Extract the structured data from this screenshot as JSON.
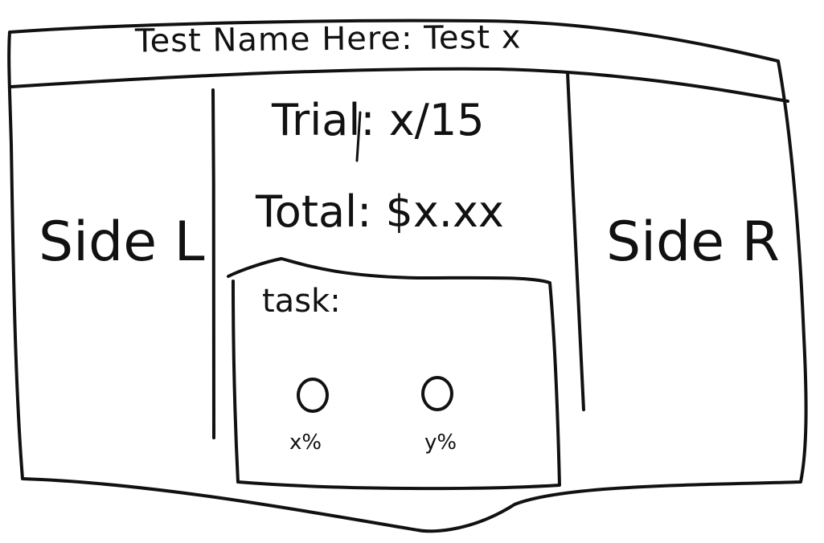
{
  "header": {
    "title": "Test Name Here: Test x"
  },
  "left_panel": {
    "label": "Side L"
  },
  "right_panel": {
    "label": "Side R"
  },
  "center": {
    "trial_text": "Trial: x/15",
    "total_text": "Total: $x.xx",
    "task": {
      "label": "task:",
      "options": [
        {
          "value_label": "x%"
        },
        {
          "value_label": "y%"
        }
      ]
    }
  }
}
